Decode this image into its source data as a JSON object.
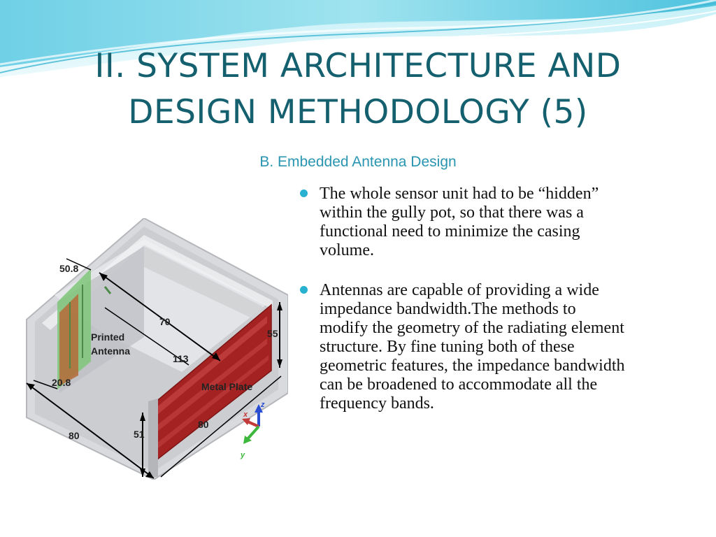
{
  "slide": {
    "title_lines": [
      "II. SYSTEM ARCHITECTURE AND",
      "DESIGN METHODOLOGY (5)"
    ],
    "subtitle": "B. Embedded Antenna Design"
  },
  "figure": {
    "labels": {
      "top_width": "50.8",
      "depth_top": "70",
      "height_right": "55",
      "printed_antenna_line1": "Printed",
      "printed_antenna_line2": "Antenna",
      "depth_mid": "113",
      "bottom_left": "20.8",
      "metal_plate": "Metal Plate",
      "width_bottom": "80",
      "height_front": "51",
      "plate_length": "80",
      "axis_x": "x",
      "axis_y": "y",
      "axis_z": "z"
    }
  },
  "bullets": [
    {
      "text": "The whole sensor unit had to be “hidden” within the gully pot, so that there was a functional need to minimize the casing volume."
    },
    {
      "text": "Antennas are capable of providing a wide impedance bandwidth.The methods to modify the geometry of the radiating element structure. By fine tuning both of these geometric features, the impedance bandwidth can be broadened to accommodate all the frequency bands."
    }
  ],
  "colors": {
    "title": "#14606f",
    "subtitle": "#2a95b1",
    "bullet_dot": "#29b1d1",
    "metal_plate": "#a52222",
    "antenna": "#6fbf6a"
  }
}
